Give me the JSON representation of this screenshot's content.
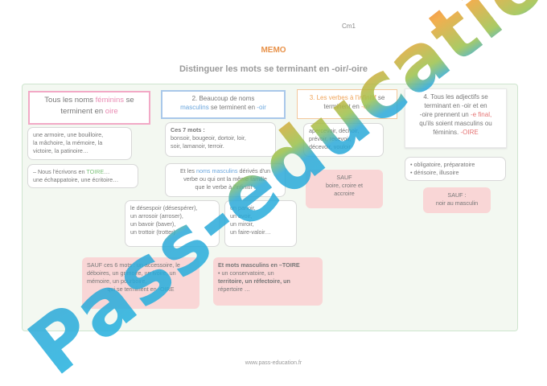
{
  "header": {
    "level": "Cm1",
    "memo": "MEMO",
    "subtitle": "Distinguer les mots se terminant en -oir/-oire"
  },
  "col1": {
    "title_a": "Tous les noms ",
    "title_b": "féminins",
    "title_c": " se terminent en ",
    "title_d": "oire",
    "ex1_a": "une armoire, une bouilloire,",
    "ex1_b": "la mâchoire, la mémoire, la",
    "ex1_c": "victoire, la patinoire…",
    "ex2_a": "– Nous l'écrivons en ",
    "ex2_b": "TOIRE",
    "ex2_c": "…",
    "ex2_d": "une échappatoire, une écritoire…",
    "except_a": "SAUF ces 6 mots : un accessoire, le",
    "except_b": "déboires, un grimoire, un ivoire, un",
    "except_c": "mémoire, un pourboire,",
    "except_d": "qui se terminent en -OIRE"
  },
  "col2": {
    "title_a": "2. Beaucoup de noms",
    "title_b": "masculins",
    "title_c": " se terminent en ",
    "title_d": "-oir",
    "box1_a": "Ces 7 mots :",
    "box1_b": "bonsoir, bougeoir, dortoir, loir,",
    "box1_c": "soir, lamanoir, terroir.",
    "box2_a": "Et les ",
    "box2_b": "noms masculins",
    "box2_c": " dérivés d'un",
    "box2_d": "verbe ou qui ont la même famille",
    "box2_e": "que le verbe à l'infinitif :",
    "box3_a": "le désespoir (désespérer),",
    "box3_b": "un arrosoir (arroser),",
    "box3_c": "un bavoir (baver),",
    "box3_d": "un trottoir (trotter)",
    "box4_a": "un parloir,",
    "box4_b": "un avoir,",
    "box4_c": "un miroir,",
    "box4_d": "un faire-valoir…",
    "except_a": "Et mots masculins en –TOIRE",
    "except_b": "• un conservatoire, un",
    "except_c": "territoire, un réfectoire, un",
    "except_d": "répertoire …"
  },
  "col3": {
    "title_a": "3. Les ",
    "title_b": "verbes à l'infinitif",
    "title_c": " se",
    "title_d": "terminent en ",
    "title_e": "-oir",
    "ex_a": "apercevoir, déchoir,",
    "ex_b": "prévoir, recevoir,",
    "ex_c": "décevoir, vouloir",
    "except_a": "SAUF",
    "except_b": "boire, croire et",
    "except_c": "accroire"
  },
  "col4": {
    "title_a": "4. Tous les adjectifs se",
    "title_b": "terminant en -oir et en",
    "title_c": "-oire prennent un ",
    "title_d": "-e final,",
    "title_e": "qu'ils soient masculins ou",
    "title_f": "féminins. ",
    "title_g": "-OIRE",
    "ex_a": "• obligatoire, préparatoire",
    "ex_b": "• dérisoire, illusoire",
    "except_a": "SAUF :",
    "except_b": "noir au masculin"
  },
  "watermark": "Pass-education",
  "footer": "www.pass-education.fr"
}
